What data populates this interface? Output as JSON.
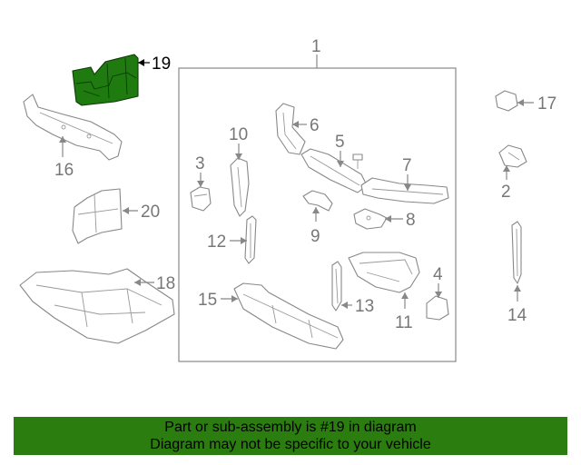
{
  "callouts": {
    "c1": "1",
    "c2": "2",
    "c3": "3",
    "c4": "4",
    "c5": "5",
    "c6": "6",
    "c7": "7",
    "c8": "8",
    "c9": "9",
    "c10": "10",
    "c11": "11",
    "c12": "12",
    "c13": "13",
    "c14": "14",
    "c15": "15",
    "c16": "16",
    "c17": "17",
    "c18": "18",
    "c19": "19",
    "c20": "20"
  },
  "highlighted_part": "19",
  "colors": {
    "highlight": "#1f7a10",
    "banner": "#2b7d10",
    "line": "#888888"
  },
  "banner": {
    "line1": "Part or sub-assembly is #19 in diagram",
    "line2": "Diagram may not be specific to your vehicle"
  }
}
